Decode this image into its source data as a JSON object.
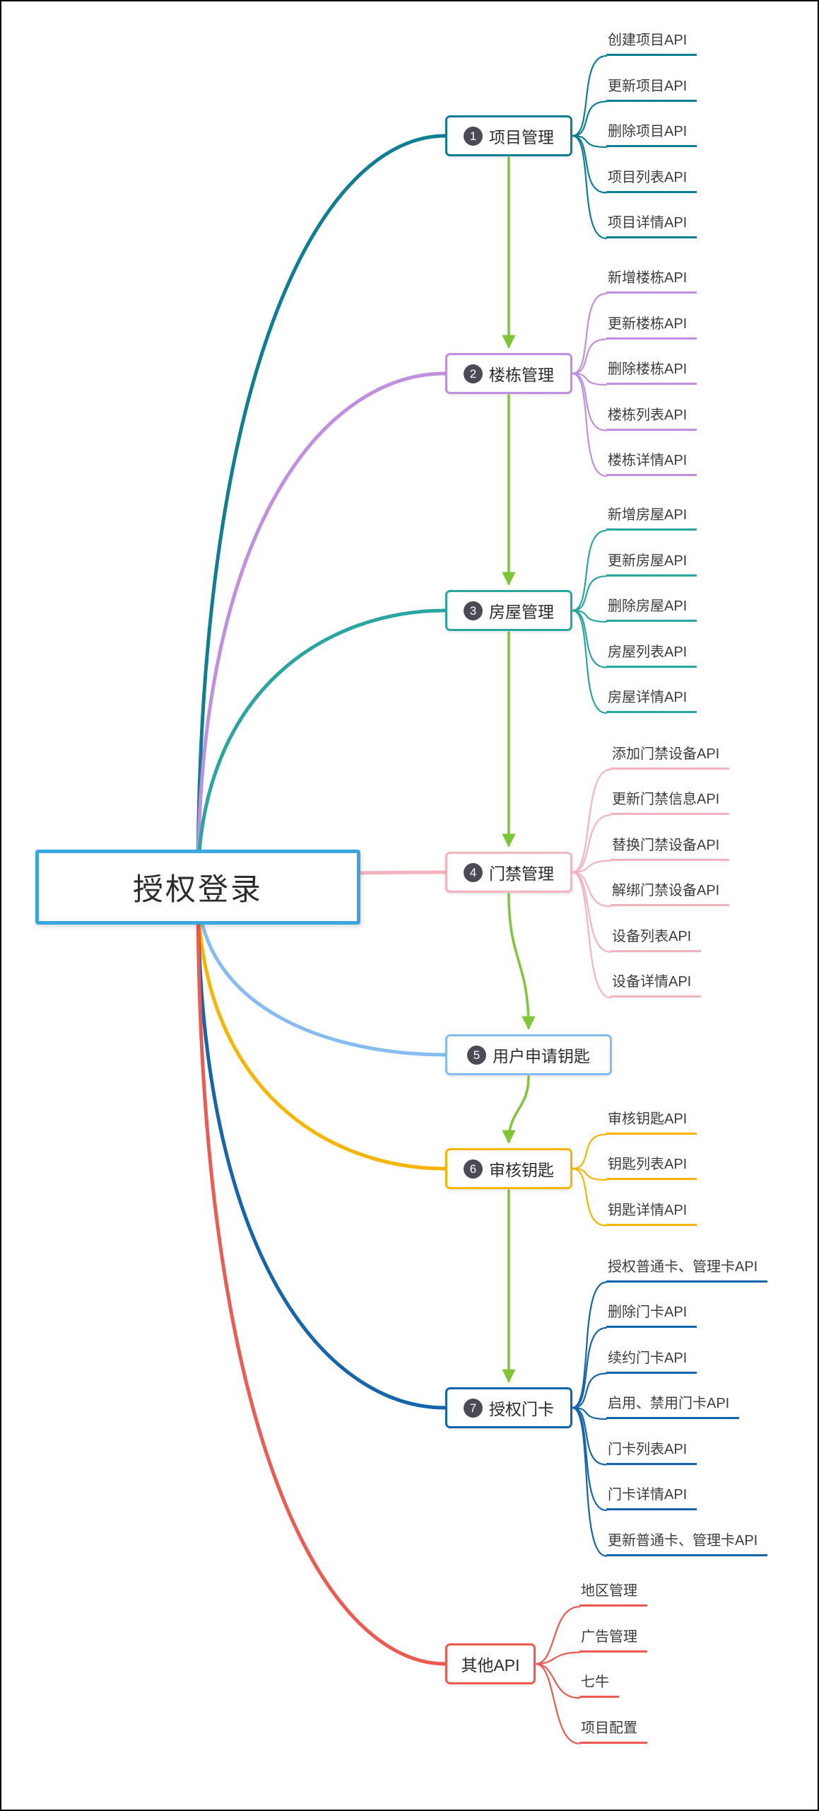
{
  "root": {
    "label": "授权登录",
    "border_color": "#3aa7dc"
  },
  "colors": {
    "arrow": "#7ec636",
    "badge_bg": "#4b4b57"
  },
  "branches": [
    {
      "id": "project",
      "badge": "1",
      "label": "项目管理",
      "color": "#0d7e93",
      "children": [
        "创建项目API",
        "更新项目API",
        "删除项目API",
        "项目列表API",
        "项目详情API"
      ]
    },
    {
      "id": "building",
      "badge": "2",
      "label": "楼栋管理",
      "color": "#c08fe0",
      "children": [
        "新增楼栋API",
        "更新楼栋API",
        "删除楼栋API",
        "楼栋列表API",
        "楼栋详情API"
      ]
    },
    {
      "id": "house",
      "badge": "3",
      "label": "房屋管理",
      "color": "#2aa6a1",
      "children": [
        "新增房屋API",
        "更新房屋API",
        "删除房屋API",
        "房屋列表API",
        "房屋详情API"
      ]
    },
    {
      "id": "access",
      "badge": "4",
      "label": "门禁管理",
      "color": "#f5b3c0",
      "children": [
        "添加门禁设备API",
        "更新门禁信息API",
        "替换门禁设备API",
        "解绑门禁设备API",
        "设备列表API",
        "设备详情API"
      ]
    },
    {
      "id": "apply-key",
      "badge": "5",
      "label": "用户申请钥匙",
      "color": "#85bcf2",
      "children": []
    },
    {
      "id": "review-key",
      "badge": "6",
      "label": "审核钥匙",
      "color": "#f7b500",
      "children": [
        "审核钥匙API",
        "钥匙列表API",
        "钥匙详情API"
      ]
    },
    {
      "id": "door-card",
      "badge": "7",
      "label": "授权门卡",
      "color": "#1565ad",
      "children": [
        "授权普通卡、管理卡API",
        "删除门卡API",
        "续约门卡API",
        "启用、禁用门卡API",
        "门卡列表API",
        "门卡详情API",
        "更新普通卡、管理卡API"
      ]
    },
    {
      "id": "other-api",
      "badge": null,
      "label": "其他API",
      "color": "#ee5a50",
      "children": [
        "地区管理",
        "广告管理",
        "七牛",
        "项目配置"
      ]
    }
  ]
}
